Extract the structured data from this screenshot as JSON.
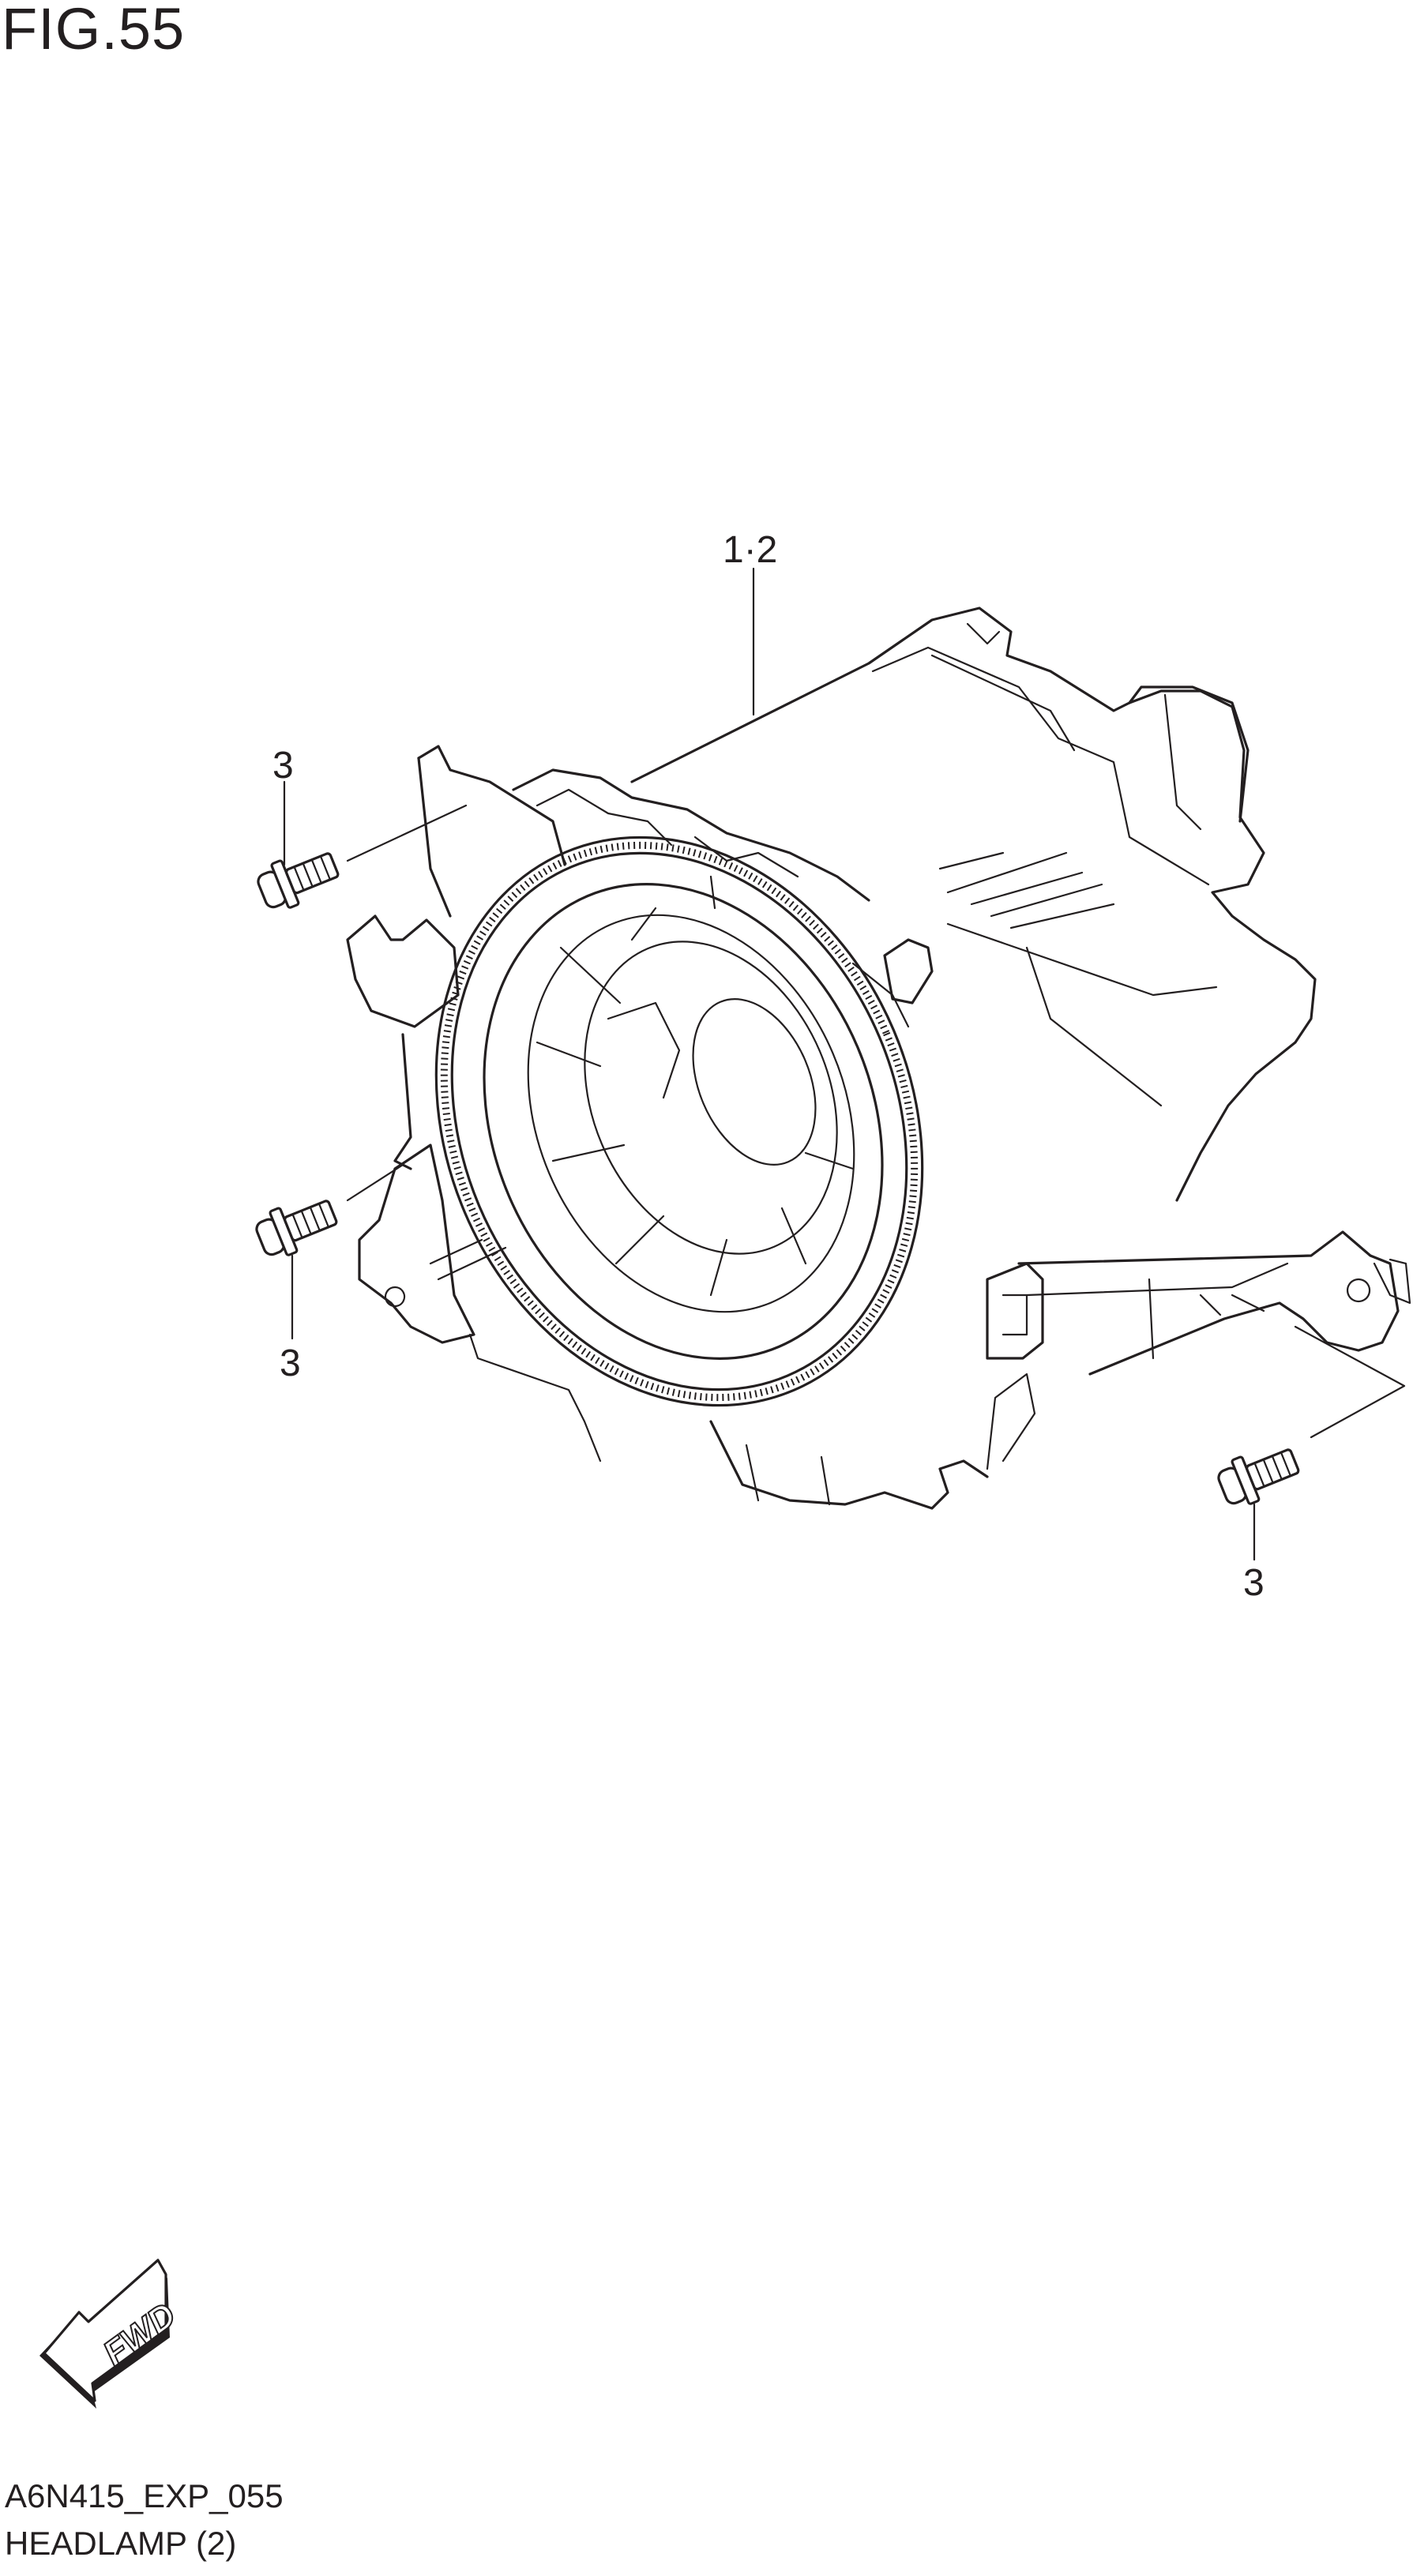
{
  "figure": {
    "title": "FIG.55"
  },
  "callouts": {
    "main_part": "1·2",
    "bolt_top": "3",
    "bolt_left": "3",
    "bolt_right": "3"
  },
  "direction_badge": {
    "label": "FWD"
  },
  "footer": {
    "code": "A6N415_EXP_055",
    "name": "HEADLAMP (2)"
  }
}
